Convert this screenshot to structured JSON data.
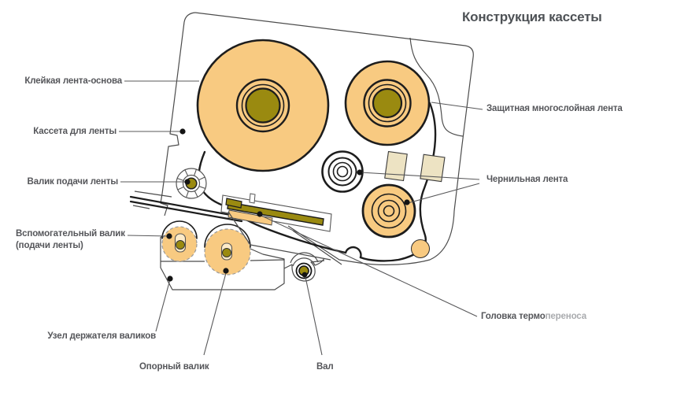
{
  "title": "Конструкция кассеты",
  "labels": {
    "adhesive_base": "Клейкая лента-основа",
    "cassette": "Кассета для ленты",
    "feed_roller": "Валик подачи ленты",
    "aux_roller_line1": "Вспомогательный валик",
    "aux_roller_line2": "(подачи ленты)",
    "holder_unit": "Узел держателя валиков",
    "support_roller": "Опорный валик",
    "shaft": "Вал",
    "protective_tape": "Защитная многослойная лента",
    "ink_ribbon": "Чернильная лента",
    "thermal_head_main": "Головка термо",
    "thermal_head_faded": "переноса"
  },
  "colors": {
    "tape_roll": "#F8CA81",
    "hub": "#9A8A10",
    "ink_ribbon": "#E8831F",
    "ink_core": "#F9D08C",
    "roll_core": "#FBE3B5",
    "beige_pad": "#EDE3C3",
    "label_text": "#55565A",
    "label_text_faded": "#A9ABAE",
    "title_text": "#4E5256",
    "outline": "#1D1D1D",
    "thin_line": "#4C4C4C",
    "leader_line": "#58585A"
  }
}
